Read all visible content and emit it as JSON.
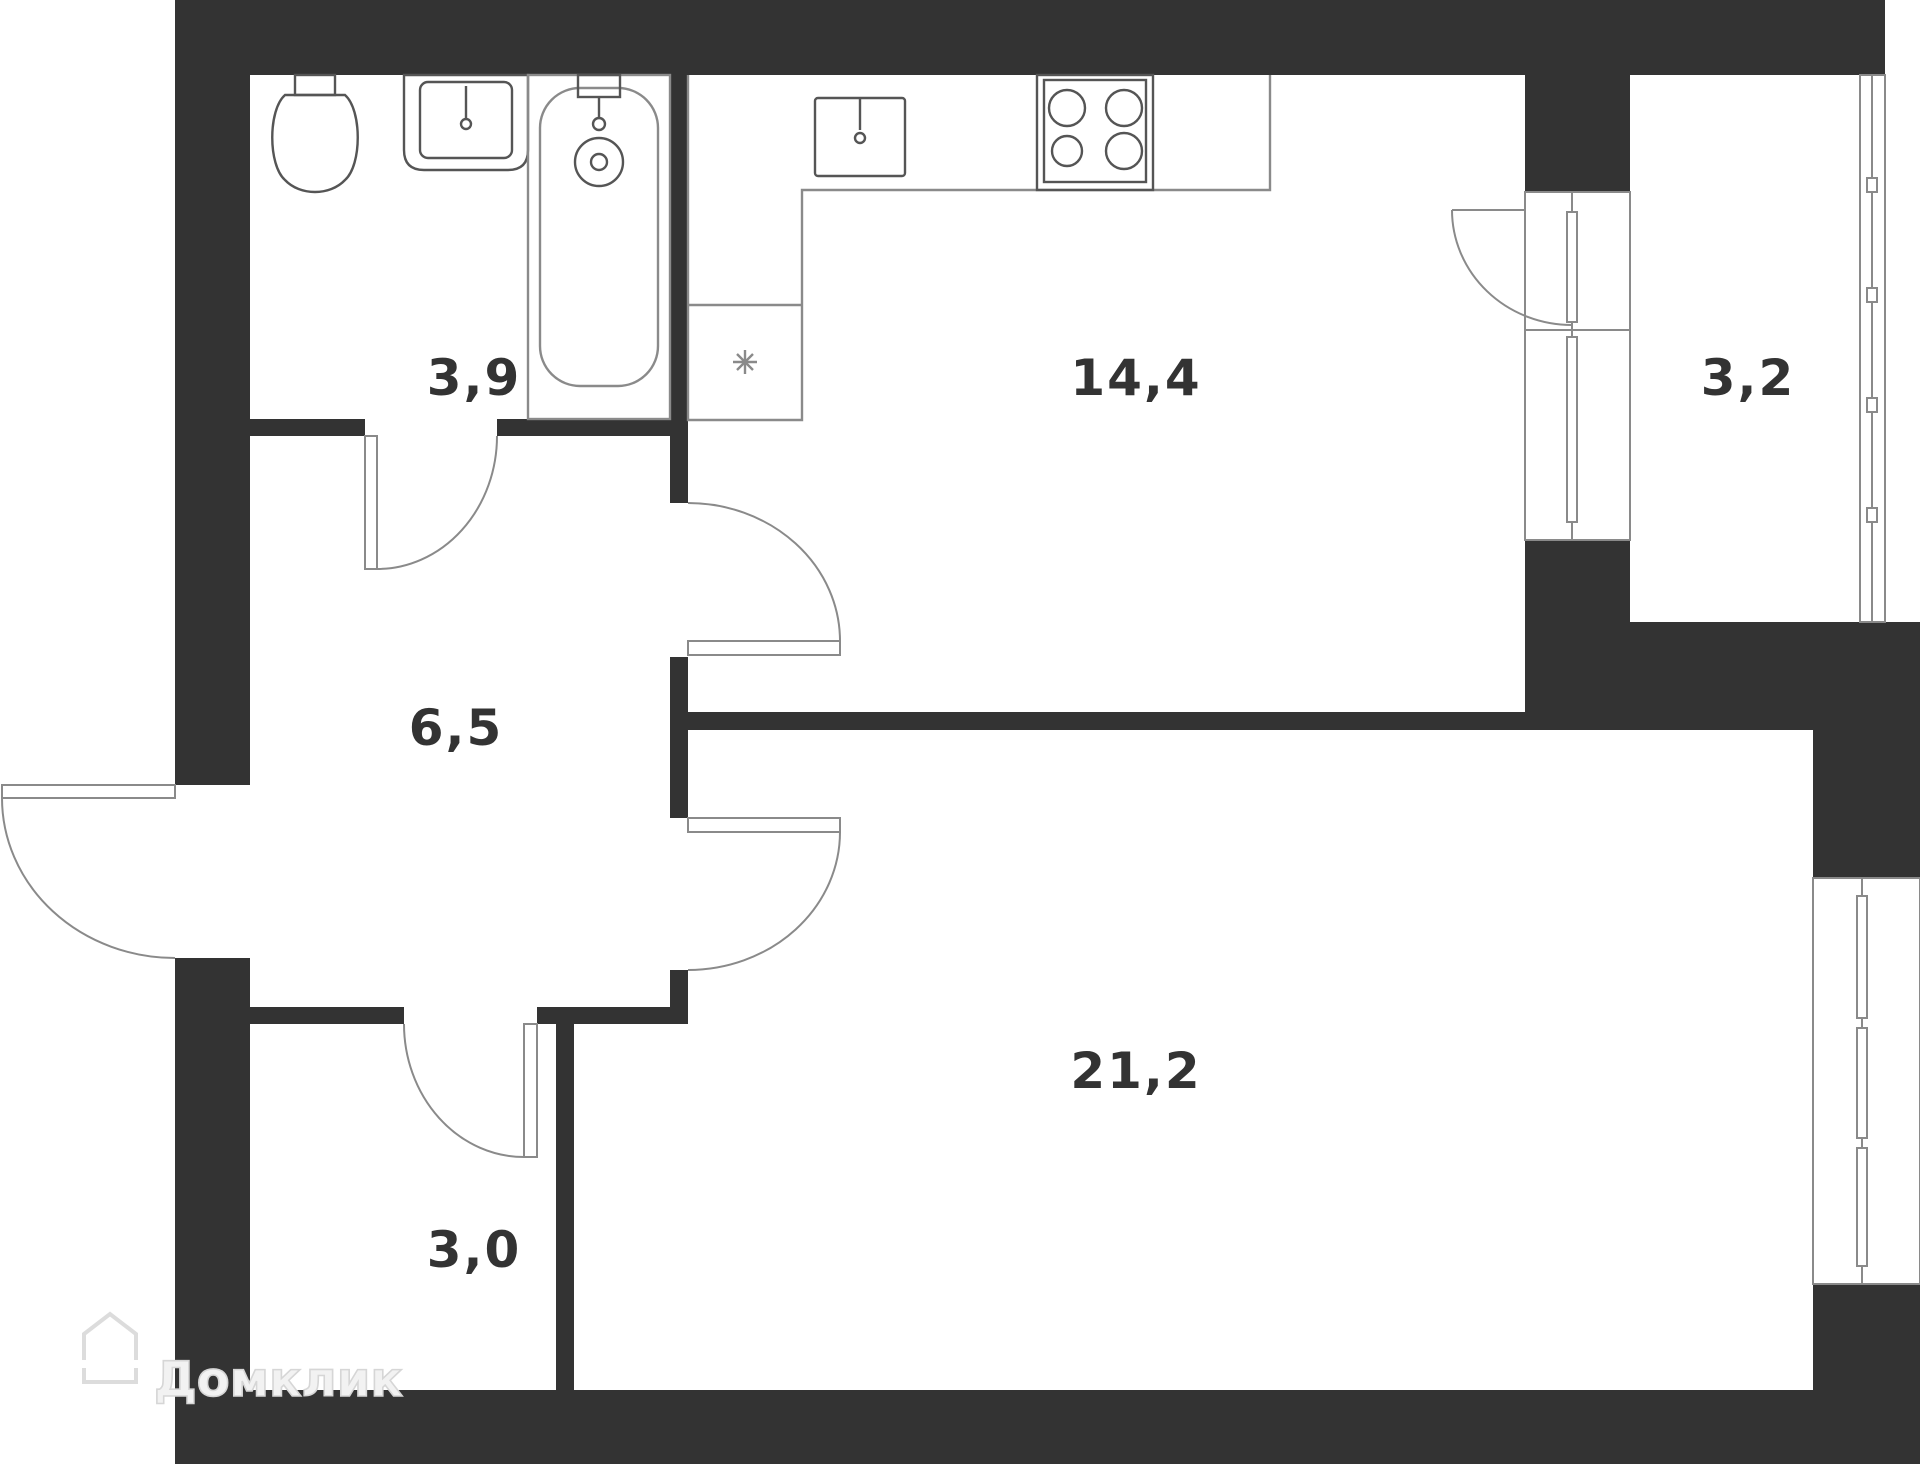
{
  "plan": {
    "rooms": [
      {
        "id": "bathroom",
        "area": "3,9"
      },
      {
        "id": "kitchen",
        "area": "14,4"
      },
      {
        "id": "balcony",
        "area": "3,2"
      },
      {
        "id": "hallway",
        "area": "6,5"
      },
      {
        "id": "storage",
        "area": "3,0"
      },
      {
        "id": "living-room",
        "area": "21,2"
      }
    ],
    "colors": {
      "wall": "#333333",
      "fixture": "#8a8a8a",
      "label": "#333333",
      "background": "#ffffff"
    }
  },
  "watermark": {
    "text": "Домклик",
    "icon": "house-logo-icon"
  }
}
